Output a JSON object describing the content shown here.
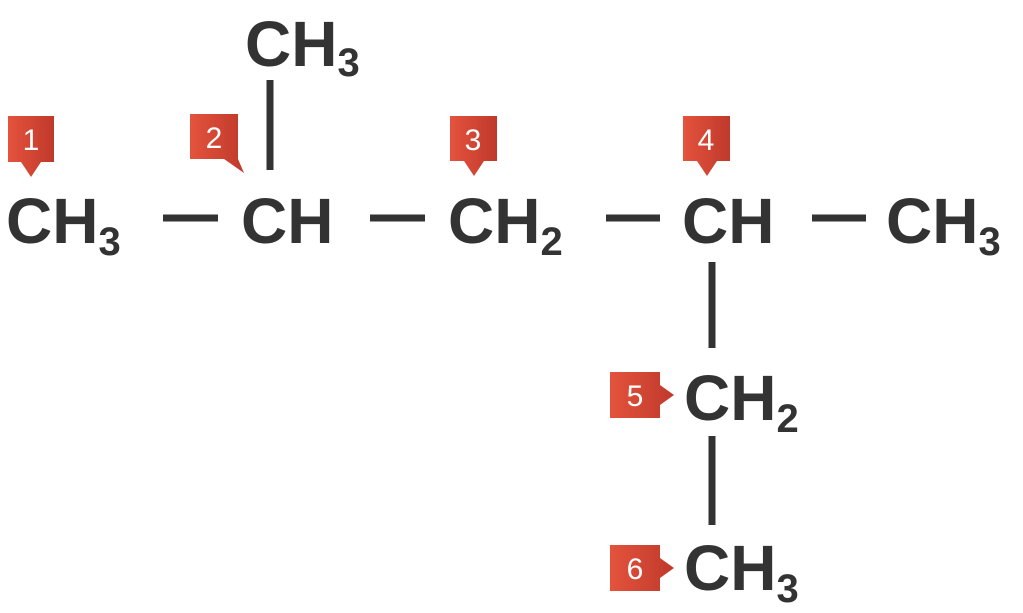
{
  "title": "Carbon chain numbering diagram",
  "colors": {
    "text": "#333333",
    "badge_start": "#e4533d",
    "badge_end": "#c0392b"
  },
  "groups": {
    "top_methyl": {
      "main": "CH",
      "sub": "3"
    },
    "c1": {
      "main": "CH",
      "sub": "3",
      "number": "1"
    },
    "c2": {
      "main": "CH",
      "sub": "",
      "number": "2"
    },
    "c3": {
      "main": "CH",
      "sub": "2",
      "number": "3"
    },
    "c4": {
      "main": "CH",
      "sub": "",
      "number": "4"
    },
    "right_methyl": {
      "main": "CH",
      "sub": "3"
    },
    "c5": {
      "main": "CH",
      "sub": "2",
      "number": "5"
    },
    "c6": {
      "main": "CH",
      "sub": "3",
      "number": "6"
    }
  }
}
